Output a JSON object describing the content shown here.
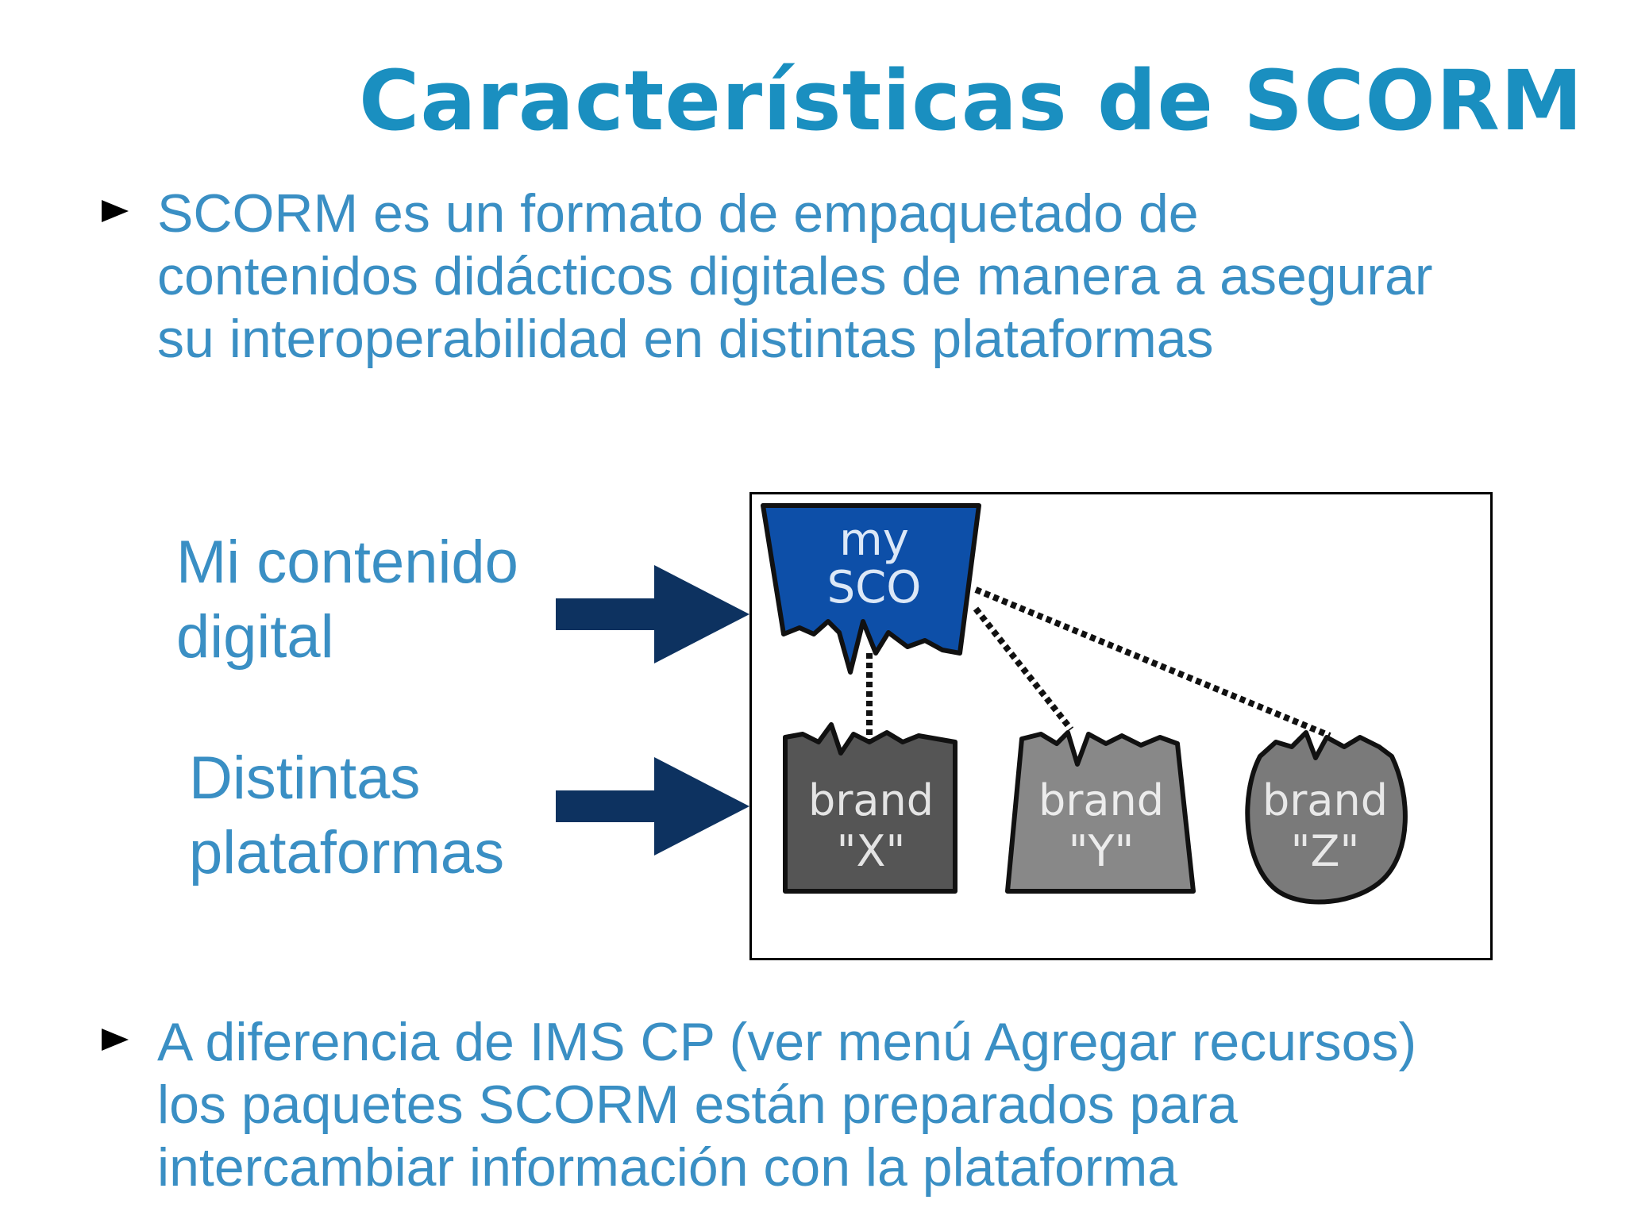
{
  "slide": {
    "title": "Características de SCORM",
    "bullets": [
      {
        "lines": [
          "SCORM es un formato de empaquetado de",
          "contenidos didácticos digitales de manera a asegurar",
          "su interoperabilidad en distintas plataformas"
        ]
      },
      {
        "lines": [
          "A diferencia de IMS CP (ver menú Agregar recursos)",
          "los paquetes SCORM están preparados para",
          "intercambiar información con la plataforma"
        ]
      }
    ],
    "labels": {
      "content": [
        "Mi contenido",
        "digital"
      ],
      "platforms": [
        "Distintas",
        "plataformas"
      ]
    }
  },
  "diagram": {
    "sco": {
      "line1": "my",
      "line2": "SCO",
      "color": "#0d4fa8"
    },
    "brands": [
      {
        "line1": "brand",
        "line2": "\"X\"",
        "color": "#555555"
      },
      {
        "line1": "brand",
        "line2": "\"Y\"",
        "color": "#888888"
      },
      {
        "line1": "brand",
        "line2": "\"Z\"",
        "color": "#7a7a7a"
      }
    ]
  },
  "colors": {
    "title": "#1a8fc0",
    "body_text": "#3a8fc4",
    "arrow": "#0d3260"
  }
}
